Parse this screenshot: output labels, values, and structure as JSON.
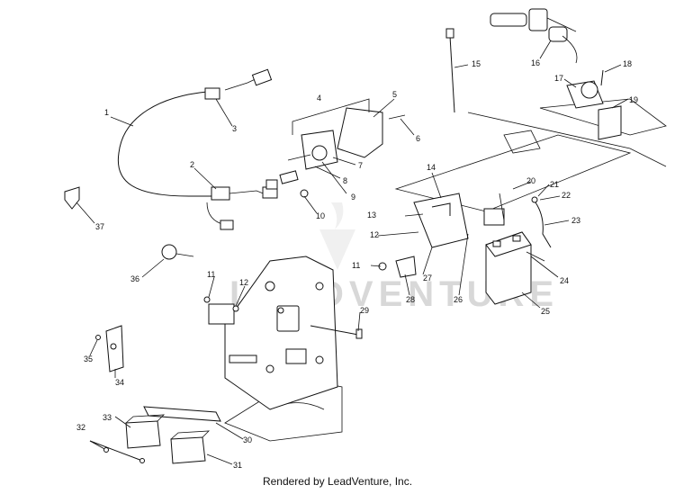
{
  "watermark": {
    "text": "LEADVENTURE"
  },
  "footer": {
    "credit": "Rendered by LeadVenture, Inc."
  },
  "callouts": [
    {
      "id": "1",
      "label": "1"
    },
    {
      "id": "2",
      "label": "2"
    },
    {
      "id": "3",
      "label": "3"
    },
    {
      "id": "4",
      "label": "4"
    },
    {
      "id": "5",
      "label": "5"
    },
    {
      "id": "6",
      "label": "6"
    },
    {
      "id": "7",
      "label": "7"
    },
    {
      "id": "8",
      "label": "8"
    },
    {
      "id": "9",
      "label": "9"
    },
    {
      "id": "10",
      "label": "10"
    },
    {
      "id": "11a",
      "label": "11"
    },
    {
      "id": "11b",
      "label": "11"
    },
    {
      "id": "12a",
      "label": "12"
    },
    {
      "id": "12b",
      "label": "12"
    },
    {
      "id": "13",
      "label": "13"
    },
    {
      "id": "14",
      "label": "14"
    },
    {
      "id": "15",
      "label": "15"
    },
    {
      "id": "16",
      "label": "16"
    },
    {
      "id": "17",
      "label": "17"
    },
    {
      "id": "18",
      "label": "18"
    },
    {
      "id": "19",
      "label": "19"
    },
    {
      "id": "20",
      "label": "20"
    },
    {
      "id": "21",
      "label": "21"
    },
    {
      "id": "22",
      "label": "22"
    },
    {
      "id": "23",
      "label": "23"
    },
    {
      "id": "24",
      "label": "24"
    },
    {
      "id": "25",
      "label": "25"
    },
    {
      "id": "26",
      "label": "26"
    },
    {
      "id": "27",
      "label": "27"
    },
    {
      "id": "28",
      "label": "28"
    },
    {
      "id": "29",
      "label": "29"
    },
    {
      "id": "30",
      "label": "30"
    },
    {
      "id": "31",
      "label": "31"
    },
    {
      "id": "32",
      "label": "32"
    },
    {
      "id": "33",
      "label": "33"
    },
    {
      "id": "34",
      "label": "34"
    },
    {
      "id": "35",
      "label": "35"
    },
    {
      "id": "36",
      "label": "36"
    },
    {
      "id": "37",
      "label": "37"
    }
  ]
}
